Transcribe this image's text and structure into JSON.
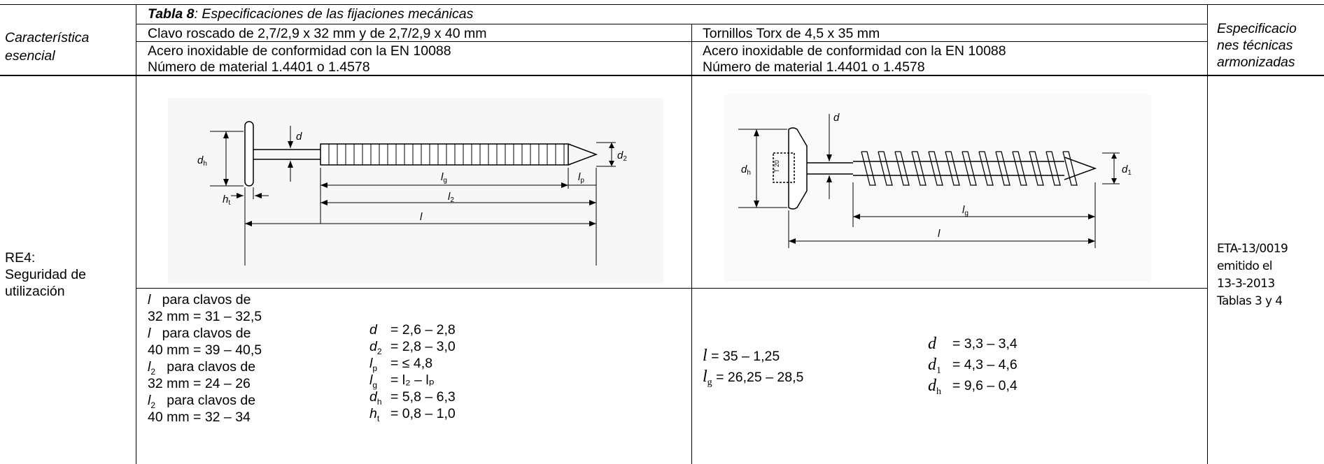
{
  "header": {
    "table_title_bold": "Tabla 8",
    "table_title_rest": ": Especificaciones de las fijaciones mecánicas",
    "char_col": [
      "Característica",
      "esencial"
    ],
    "spec_col": [
      "Especificacio",
      "nes técnicas",
      "armonizadas"
    ]
  },
  "nail": {
    "title": "Clavo roscado de 2,7/2,9 x 32 mm y de 2,7/2,9 x 40 mm",
    "material_1": "Acero inoxidable de conformidad con la EN 10088",
    "material_2": "Número de material 1.4401 o 1.4578",
    "fig_labels": {
      "dh": "d",
      "dh_sub": "h",
      "d": "d",
      "d2": "d",
      "d2_sub": "2",
      "lg": "l",
      "lg_sub": "g",
      "lp": "l",
      "lp_sub": "p",
      "l2": "l",
      "l2_sub": "2",
      "l": "l",
      "ht": "h",
      "ht_sub": "t"
    },
    "left_specs": [
      {
        "sym": "l",
        "sub": "",
        "text": "para clavos de"
      },
      {
        "sym": "",
        "sub": "",
        "text": "32 mm = 31 – 32,5"
      },
      {
        "sym": "l",
        "sub": "",
        "text": "para clavos de"
      },
      {
        "sym": "",
        "sub": "",
        "text": "40 mm = 39 – 40,5"
      },
      {
        "sym": "l",
        "sub": "2",
        "text": "para clavos de"
      },
      {
        "sym": "",
        "sub": "",
        "text": "32 mm = 24 – 26"
      },
      {
        "sym": "l",
        "sub": "2",
        "text": "para clavos de"
      },
      {
        "sym": "",
        "sub": "",
        "text": "40 mm = 32 – 34"
      }
    ],
    "right_specs": [
      {
        "sym": "d",
        "sub": "",
        "val": "= 2,6 – 2,8"
      },
      {
        "sym": "d",
        "sub": "2",
        "val": "= 2,8 – 3,0"
      },
      {
        "sym": "l",
        "sub": "p",
        "val": "= ≤ 4,8"
      },
      {
        "sym": "l",
        "sub": "g",
        "val": "= l₂ – lₚ"
      },
      {
        "sym": "d",
        "sub": "h",
        "val": "= 5,8 – 6,3"
      },
      {
        "sym": "h",
        "sub": "t",
        "val": "= 0,8 – 1,0"
      }
    ]
  },
  "screw": {
    "title": "Tornillos Torx de 4,5 x 35 mm",
    "material_1": "Acero inoxidable de conformidad con la EN 10088",
    "material_2": "Número de material 1.4401 o 1.4578",
    "fig_labels": {
      "dh": "d",
      "dh_sub": "h",
      "d": "d",
      "d1": "d",
      "d1_sub": "1",
      "lg": "l",
      "lg_sub": "g",
      "l": "l",
      "t20": "T 20"
    },
    "left_specs": [
      {
        "sym": "l",
        "sub": "",
        "val": "= 35 – 1,25"
      },
      {
        "sym": "l",
        "sub": "g",
        "val": "= 26,25 – 28,5"
      }
    ],
    "right_specs": [
      {
        "sym": "d",
        "sub": "",
        "val": "= 3,3 – 3,4"
      },
      {
        "sym": "d",
        "sub": "1",
        "val": "= 4,3 – 4,6"
      },
      {
        "sym": "d",
        "sub": "h",
        "val": "= 9,6 – 0,4"
      }
    ]
  },
  "row": {
    "characteristic": [
      "RE4:",
      "Seguridad de",
      "utilización"
    ],
    "spec": [
      "ETA-13/0019",
      "emitido el",
      "13-3-2013",
      "Tablas 3 y 4"
    ]
  }
}
